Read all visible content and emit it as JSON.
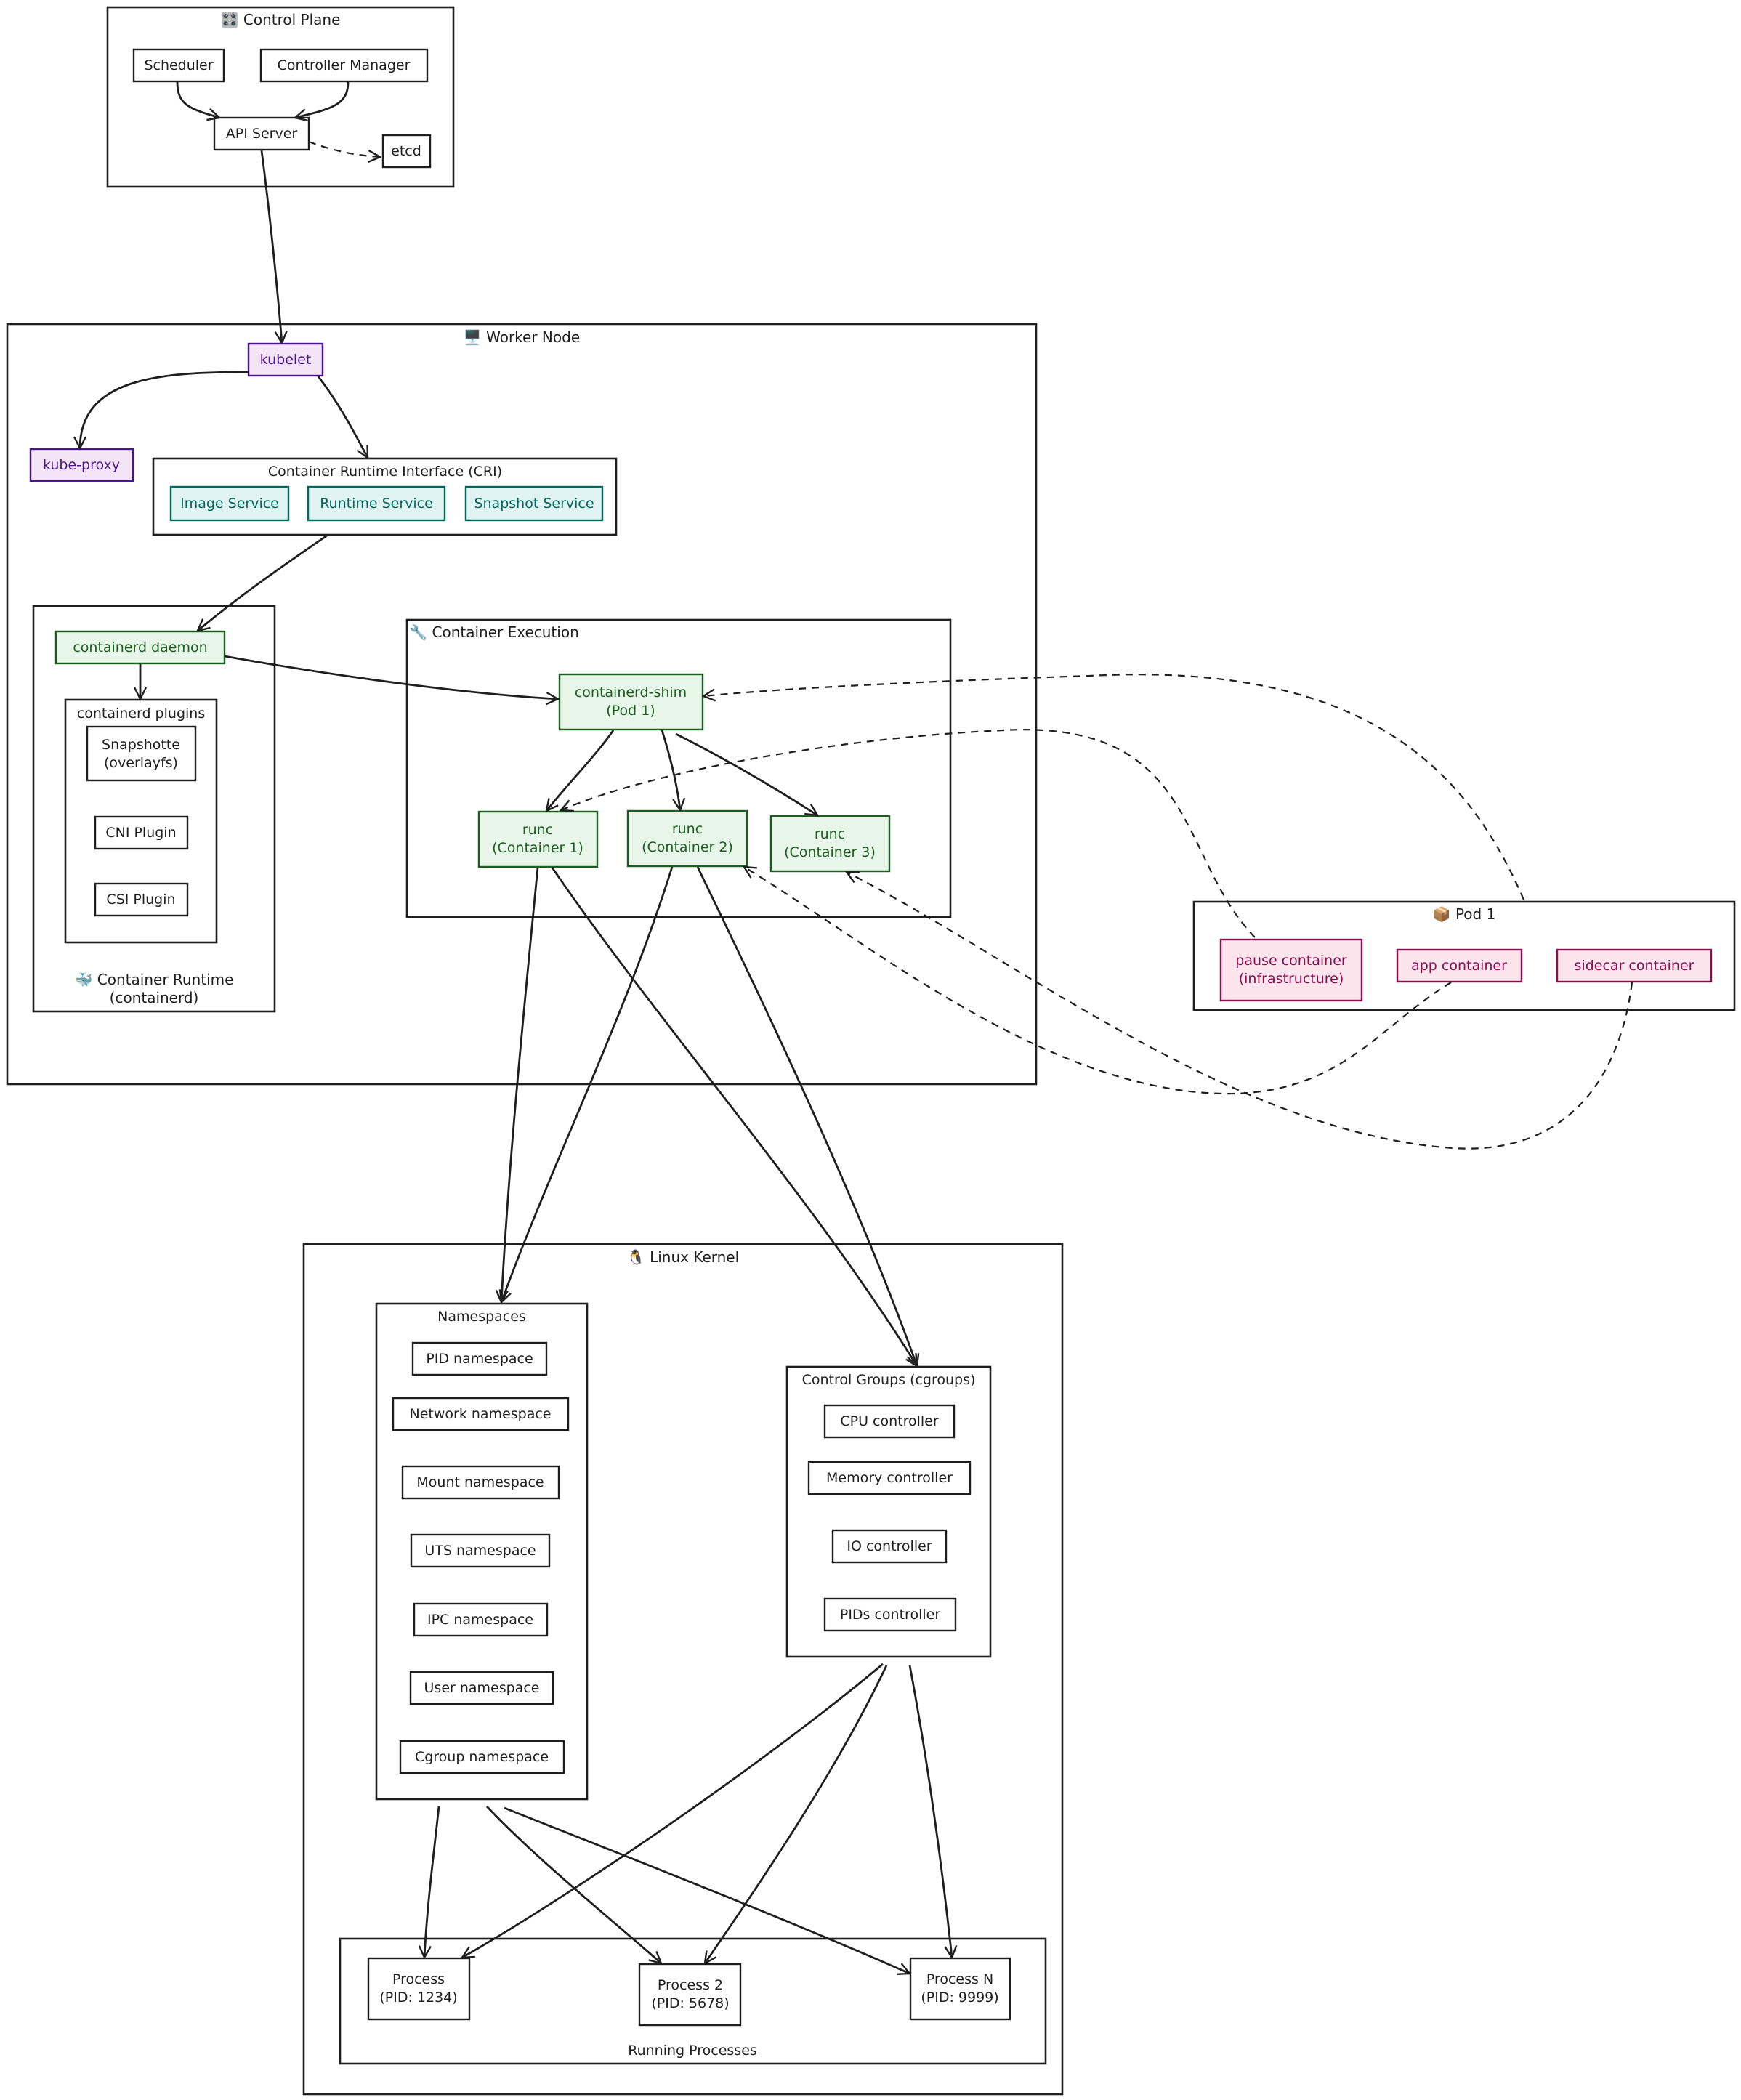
{
  "groups": {
    "control_plane": "🎛️ Control Plane",
    "worker_node": "🖥️ Worker Node",
    "cri": "Container Runtime Interface (CRI)",
    "container_runtime": [
      "🐳 Container Runtime",
      "(containerd)"
    ],
    "containerd_plugins": "containerd plugins",
    "container_execution": "🔧 Container Execution",
    "pod1": "📦 Pod 1",
    "linux_kernel": "🐧 Linux Kernel",
    "namespaces": "Namespaces",
    "cgroups": "Control Groups (cgroups)",
    "running_processes": "Running Processes"
  },
  "nodes": {
    "scheduler": "Scheduler",
    "controller_manager": "Controller Manager",
    "api_server": "API Server",
    "etcd": "etcd",
    "kubelet": "kubelet",
    "kube_proxy": "kube-proxy",
    "image_service": "Image Service",
    "runtime_service": "Runtime Service",
    "snapshot_service": "Snapshot Service",
    "containerd_daemon": "containerd daemon",
    "snapshotter": [
      "Snapshotte",
      "(overlayfs)"
    ],
    "cni_plugin": "CNI Plugin",
    "csi_plugin": "CSI Plugin",
    "shim": [
      "containerd-shim",
      "(Pod 1)"
    ],
    "runc1": [
      "runc",
      "(Container 1)"
    ],
    "runc2": [
      "runc",
      "(Container 2)"
    ],
    "runc3": [
      "runc",
      "(Container 3)"
    ],
    "pause_container": [
      "pause container",
      "(infrastructure)"
    ],
    "app_container": "app container",
    "sidecar_container": "sidecar container",
    "pid_ns": "PID namespace",
    "net_ns": "Network namespace",
    "mount_ns": "Mount namespace",
    "uts_ns": "UTS namespace",
    "ipc_ns": "IPC namespace",
    "user_ns": "User namespace",
    "cgroup_ns": "Cgroup namespace",
    "cpu_ctl": "CPU controller",
    "mem_ctl": "Memory controller",
    "io_ctl": "IO controller",
    "pids_ctl": "PIDs controller",
    "process1": [
      "Process",
      "(PID: 1234)"
    ],
    "process2": [
      "Process 2",
      "(PID: 5678)"
    ],
    "processN": [
      "Process N",
      "(PID: 9999)"
    ]
  },
  "colors": {
    "purple_fill": "#f3e5f5",
    "purple_stroke": "#4a148c",
    "teal_fill": "#e0f2f1",
    "teal_stroke": "#00695c",
    "green_fill": "#e8f5e9",
    "green_stroke": "#1b5e20",
    "pink_fill": "#fce4ec",
    "pink_stroke": "#880e4f"
  }
}
